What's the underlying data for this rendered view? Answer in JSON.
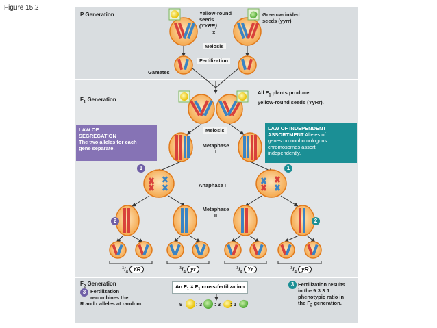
{
  "figure_label": "Figure 15.2",
  "p_generation": {
    "title": "P Generation",
    "parent1": {
      "line1": "Yellow-round",
      "line2": "seeds",
      "line3": "(YYRR)"
    },
    "parent2": {
      "line1": "Green-wrinkled",
      "line2": "seeds (yyrr)"
    },
    "cross_symbol": "×",
    "meiosis": "Meiosis",
    "fertilization": "Fertilization",
    "gametes": "Gametes"
  },
  "f1_generation": {
    "title": "F",
    "title_sub": "1",
    "title_rest": " Generation",
    "note_line1a": "All F",
    "note_line1_sub": "1",
    "note_line1b": " plants produce",
    "note_line2": "yellow-round seeds (YyRr).",
    "law_segregation": {
      "title1": "LAW OF",
      "title2": "SEGREGATION",
      "body1": "The two alleles for each",
      "body2": "gene separate."
    },
    "law_independent": {
      "title1": "LAW OF INDEPENDENT",
      "title2a": "ASSORTMENT",
      "body1": " Alleles of",
      "body2": "genes on nonhomologous",
      "body3": "chromosomes assort",
      "body4": "independently."
    },
    "meiosis": "Meiosis",
    "metaphase1_a": "Metaphase",
    "metaphase1_b": "I",
    "anaphase1": "Anaphase I",
    "metaphase2_a": "Metaphase",
    "metaphase2_b": "II",
    "step1": "1",
    "step2": "2"
  },
  "gamete_types": [
    {
      "num": "1",
      "den": "4",
      "label": "YR"
    },
    {
      "num": "1",
      "den": "4",
      "label": "yr"
    },
    {
      "num": "1",
      "den": "4",
      "label": "Yr"
    },
    {
      "num": "1",
      "den": "4",
      "label": "yR"
    }
  ],
  "f2_generation": {
    "title": "F",
    "title_sub": "2",
    "title_rest": " Generation",
    "step3": "3",
    "left_line1": "Fertilization",
    "left_line2": "recombines the",
    "left_line3": "R and r alleles at random.",
    "cross_label": "An F",
    "cross_sub1": "1",
    "cross_mid": " × F",
    "cross_sub2": "1",
    "cross_end": " cross-fertilization",
    "ratio": [
      "9",
      ":",
      "3",
      ":",
      "3",
      ":",
      "1"
    ],
    "right_line1": "Fertilization results",
    "right_line2": "in the 9:3:3:1",
    "right_line3": "phenotypic ratio in",
    "right_line4": "the F",
    "right_line4_sub": "2",
    "right_line4_end": " generation."
  },
  "colors": {
    "cell_fill": "#f6b25a",
    "cell_edge": "#e07a1c",
    "chrom_red": "#d8413b",
    "chrom_blue": "#3b84c4",
    "segregation": "#8673b5",
    "independent": "#1b8f95",
    "yellow_seed": "#f3d21b",
    "green_seed": "#6cc04a"
  }
}
